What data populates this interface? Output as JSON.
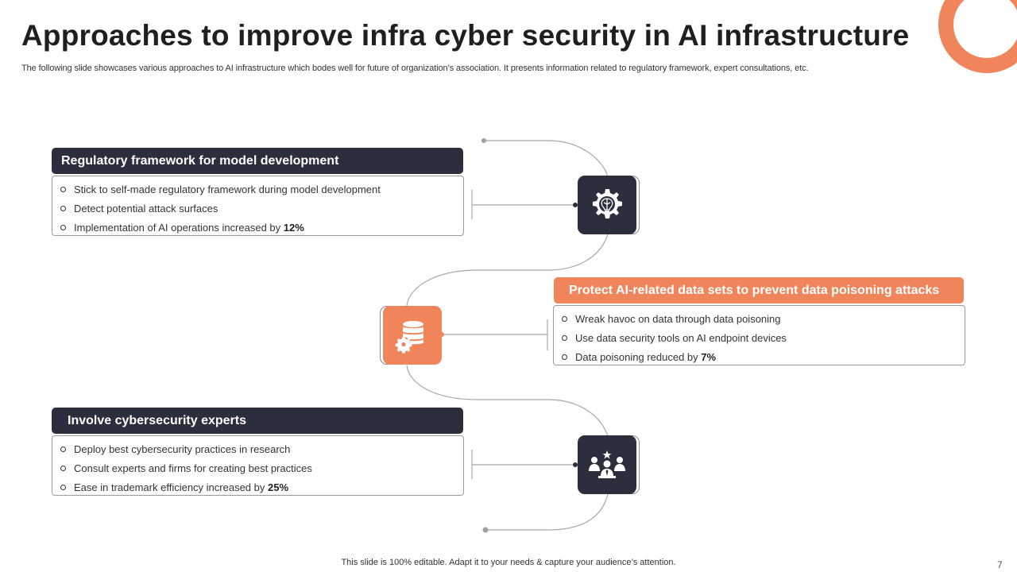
{
  "slide": {
    "title": "Approaches to improve infra cyber security in AI infrastructure",
    "subtitle": "The following slide showcases various approaches to AI infrastructure which bodes well for future of organization’s association. It presents information related to regulatory framework, expert consultations, etc.",
    "footer": "This slide is 100% editable. Adapt it to your needs & capture your audience’s attention.",
    "page_number": "7"
  },
  "colors": {
    "dark": "#2b2e3c",
    "accent": "#f0845a",
    "line": "#a0a0a0"
  },
  "sections": [
    {
      "header": "Regulatory framework for model development",
      "icon": "brain-gear-icon",
      "items": [
        {
          "text": "Stick to self-made regulatory framework  during model development",
          "highlight": ""
        },
        {
          "text": "Detect potential attack surfaces",
          "highlight": ""
        },
        {
          "text": "Implementation  of AI operations  increased by ",
          "highlight": "12%"
        }
      ]
    },
    {
      "header": "Protect  AI-related data sets  to prevent data poisoning attacks",
      "icon": "database-gear-icon",
      "items": [
        {
          "text": "Wreak havoc  on data through data poisoning",
          "highlight": ""
        },
        {
          "text": "Use data security tools on AI endpoint  devices",
          "highlight": ""
        },
        {
          "text": "Data poisoning reduced by ",
          "highlight": "7%"
        }
      ]
    },
    {
      "header": "Involve cybersecurity  experts",
      "icon": "team-experts-icon",
      "items": [
        {
          "text": "Deploy best cybersecurity practices in research",
          "highlight": ""
        },
        {
          "text": "Consult  experts and firms for creating best practices",
          "highlight": ""
        },
        {
          "text": "Ease in trademark efficiency increased by ",
          "highlight": "25%"
        }
      ]
    }
  ]
}
